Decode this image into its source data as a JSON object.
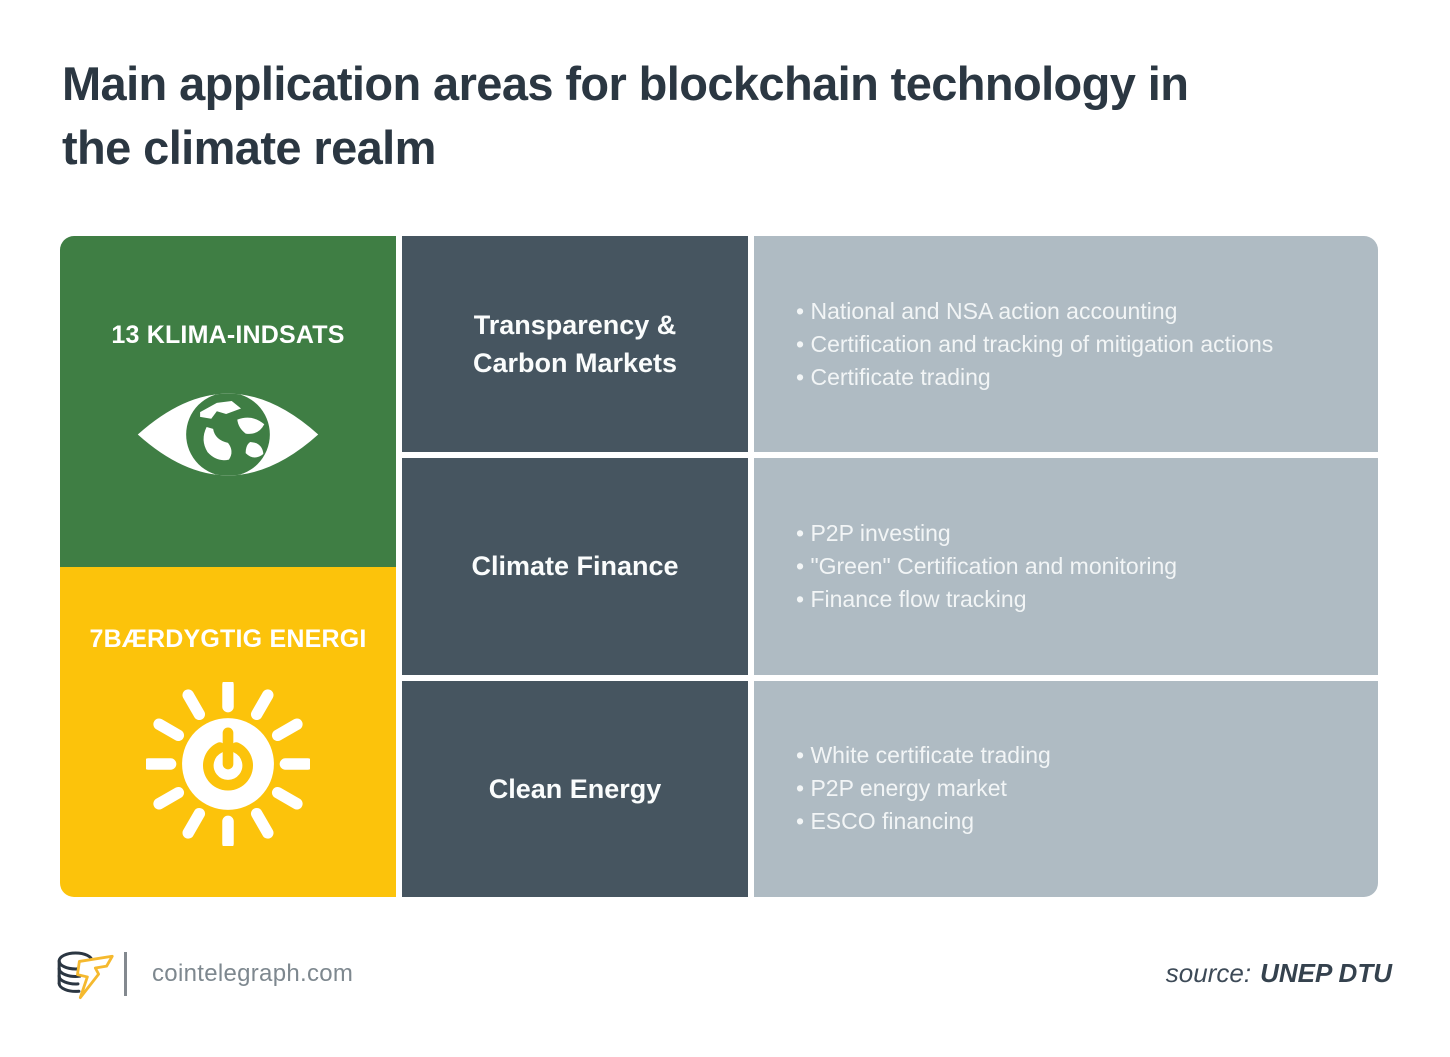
{
  "title": {
    "full": "Main application areas for blockchain technology in the climate realm",
    "lines": [
      "Main application areas for blockchain technology in",
      "the climate realm"
    ]
  },
  "sdg_cards": [
    {
      "label": "13 KLIMA-INDSATS",
      "icon": "sdg13-eye-globe-icon",
      "color": "#3F7E44"
    },
    {
      "label": "7BÆRDYGTIG ENERGI",
      "icon": "sdg7-sun-power-icon",
      "color": "#FCC30B"
    }
  ],
  "rows": [
    {
      "category": "Transparency & Carbon Markets",
      "bullets": [
        "National and NSA action accounting",
        "Certification and tracking of mitigation actions",
        "Certificate trading"
      ]
    },
    {
      "category": "Climate Finance",
      "bullets": [
        "P2P investing",
        "\"Green\" Certification and monitoring",
        "Finance flow tracking"
      ]
    },
    {
      "category": "Clean Energy",
      "bullets": [
        "White certificate trading",
        "P2P energy market",
        "ESCO financing"
      ]
    }
  ],
  "footer": {
    "logo_icon": "cointelegraph-coins-bolt-icon",
    "site": "cointelegraph.com",
    "source_label": "source:",
    "source_value": "UNEP DTU"
  },
  "colors": {
    "title_text": "#2B3742",
    "sdg_green": "#3F7E44",
    "sdg_yellow": "#FCC30B",
    "category_cell": "#465560",
    "description_cell": "#AFBBC3",
    "bullet_text": "#F2F5F6",
    "footer_text": "#7E888F",
    "source_text": "#3D4A57",
    "logo_dark": "#2B3642",
    "logo_yellow": "#F5B92E"
  }
}
